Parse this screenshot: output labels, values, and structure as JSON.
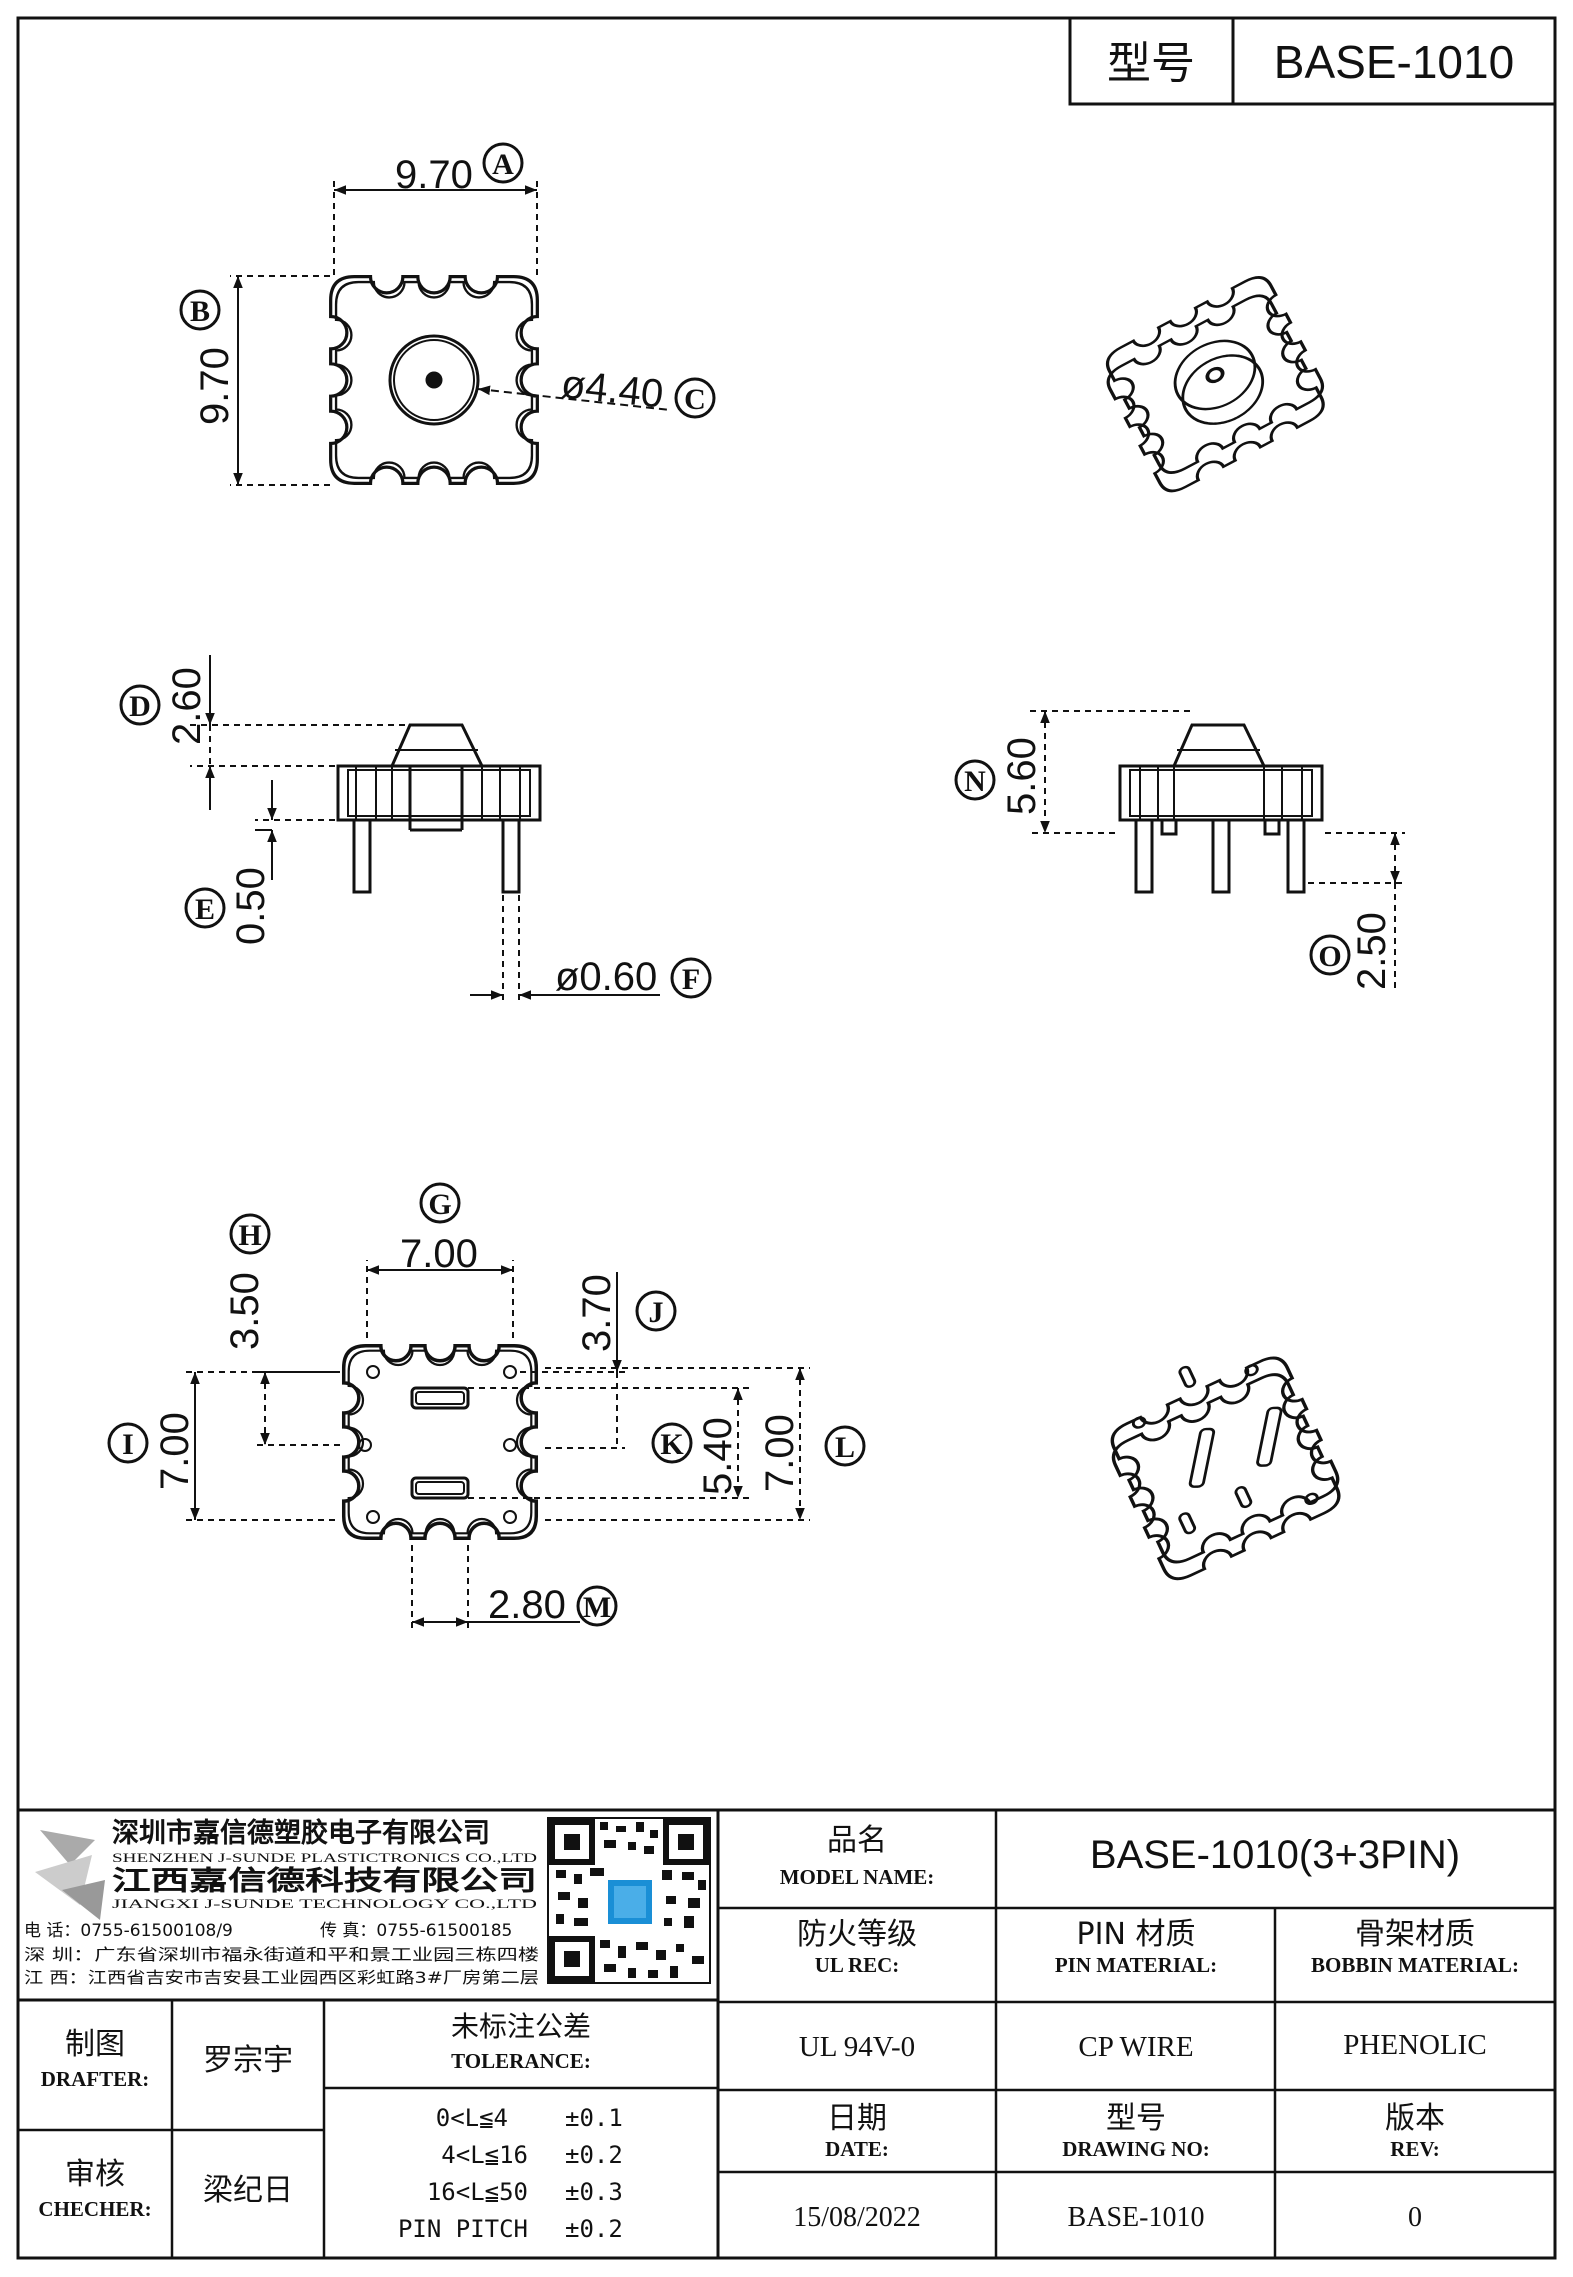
{
  "header": {
    "model_label": "型号",
    "model_value": "BASE-1010"
  },
  "dimensions": {
    "A": "9.70",
    "B": "9.70",
    "C": "ø4.40",
    "D": "2.60",
    "E": "0.50",
    "F": "ø0.60",
    "N": "5.60",
    "O": "2.50",
    "G": "7.00",
    "H": "3.50",
    "I": "7.00",
    "J": "3.70",
    "K": "5.40",
    "L": "7.00",
    "M": "2.80"
  },
  "labels": {
    "A": "A",
    "B": "B",
    "C": "C",
    "D": "D",
    "E": "E",
    "F": "F",
    "G": "G",
    "H": "H",
    "I": "I",
    "J": "J",
    "K": "K",
    "L": "L",
    "M": "M",
    "N": "N",
    "O": "O"
  },
  "company": {
    "name_sz": "深圳市嘉信德塑胶电子有限公司",
    "name_sz_en": "SHENZHEN J-SUNDE PLASTICTRONICS CO.,LTD",
    "name_jx": "江西嘉信德科技有限公司",
    "name_jx_en": "JIANGXI J-SUNDE TECHNOLOGY CO.,LTD",
    "tel": "电 话：0755-61500108/9",
    "fax": "传 真：0755-61500185",
    "addr_sz": "深 圳：广东省深圳市福永街道和平和景工业园三栋四楼",
    "addr_jx": "江 西：江西省吉安市吉安县工业园西区彩虹路3#厂房第二层"
  },
  "titleblock": {
    "model_name_cn": "品名",
    "model_name_en": "MODEL NAME:",
    "model_name_value": "BASE-1010(3+3PIN)",
    "ul_cn": "防火等级",
    "ul_en": "UL REC:",
    "ul_value": "UL 94V-0",
    "pin_cn": "PIN 材质",
    "pin_en": "PIN MATERIAL:",
    "pin_value": "CP WIRE",
    "bobbin_cn": "骨架材质",
    "bobbin_en": "BOBBIN MATERIAL:",
    "bobbin_value": "PHENOLIC",
    "drafter_cn": "制图",
    "drafter_en": "DRAFTER:",
    "drafter_value": "罗宗宇",
    "checker_cn": "审核",
    "checker_en": "CHECHER:",
    "checker_value": "梁纪日",
    "tol_cn": "未标注公差",
    "tol_en": "TOLERANCE:",
    "tolerances": [
      {
        "range": "0<L≦4",
        "value": "±0.1"
      },
      {
        "range": "4<L≦16",
        "value": "±0.2"
      },
      {
        "range": "16<L≦50",
        "value": "±0.3"
      },
      {
        "range": "PIN PITCH",
        "value": "±0.2"
      }
    ],
    "date_cn": "日期",
    "date_en": "DATE:",
    "date_value": "15/08/2022",
    "dwg_cn": "型号",
    "dwg_en": "DRAWING NO:",
    "dwg_value": "BASE-1010",
    "rev_cn": "版本",
    "rev_en": "REV:",
    "rev_value": "0"
  }
}
